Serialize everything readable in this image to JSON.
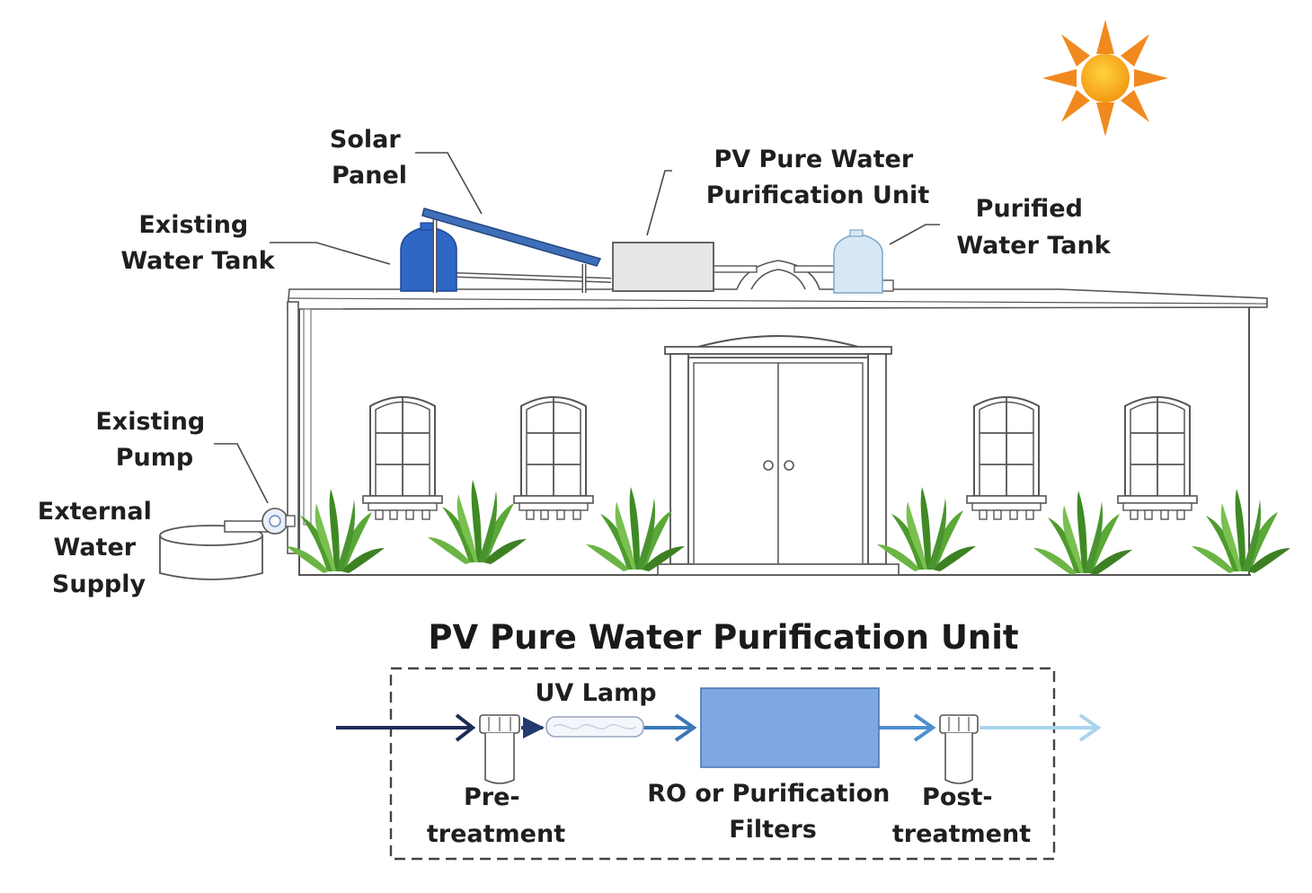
{
  "labels": {
    "solar_panel": [
      "Solar",
      "Panel"
    ],
    "existing_water_tank": [
      "Existing",
      "Water Tank"
    ],
    "pv_unit": [
      "PV Pure Water",
      "Purification Unit"
    ],
    "purified_water_tank": [
      "Purified",
      "Water Tank"
    ],
    "existing_pump": [
      "Existing",
      "Pump"
    ],
    "external_water_supply": [
      "External",
      "Water",
      "Supply"
    ]
  },
  "purification": {
    "title": "PV Pure Water Purification Unit",
    "uv_lamp": "UV Lamp",
    "pretreatment": [
      "Pre-",
      "treatment"
    ],
    "filters": [
      "RO or Purification",
      "Filters"
    ],
    "posttreatment": [
      "Post-",
      "treatment"
    ]
  },
  "colors": {
    "sun_core": "#f5a11a",
    "sun_rays": "#f08a1e",
    "existing_tank": "#2f67c7",
    "purified_tank": "#d6e8f6",
    "filter_box": "#7fa8e0",
    "arrow_dark": "#1d2b57",
    "arrow_light": "#a9d4ef",
    "plant": "#4e9a2c"
  },
  "icons": [
    "sun-icon",
    "plant-icon",
    "arrow-icon"
  ]
}
